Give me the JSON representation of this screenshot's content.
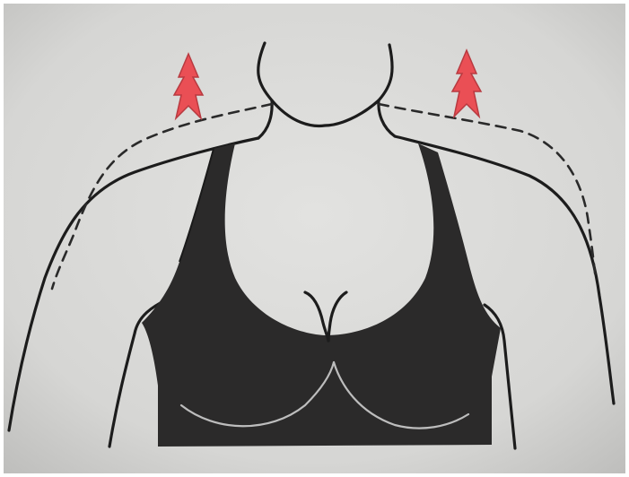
{
  "illustration": {
    "subject": "shoulders-and-bra-diagram",
    "colors": {
      "paper": "#d9d9d7",
      "paper_dark": "#b9b9b7",
      "ink": "#1c1c1c",
      "garment": "#2b2a2a",
      "arrow": "#ea4f55",
      "arrow_shadow": "#b83a40",
      "seam": "#bdbdbd"
    },
    "arrow_direction": "up",
    "arrow_count": 2,
    "shoulder_outline_style": [
      "solid",
      "dashed"
    ]
  }
}
